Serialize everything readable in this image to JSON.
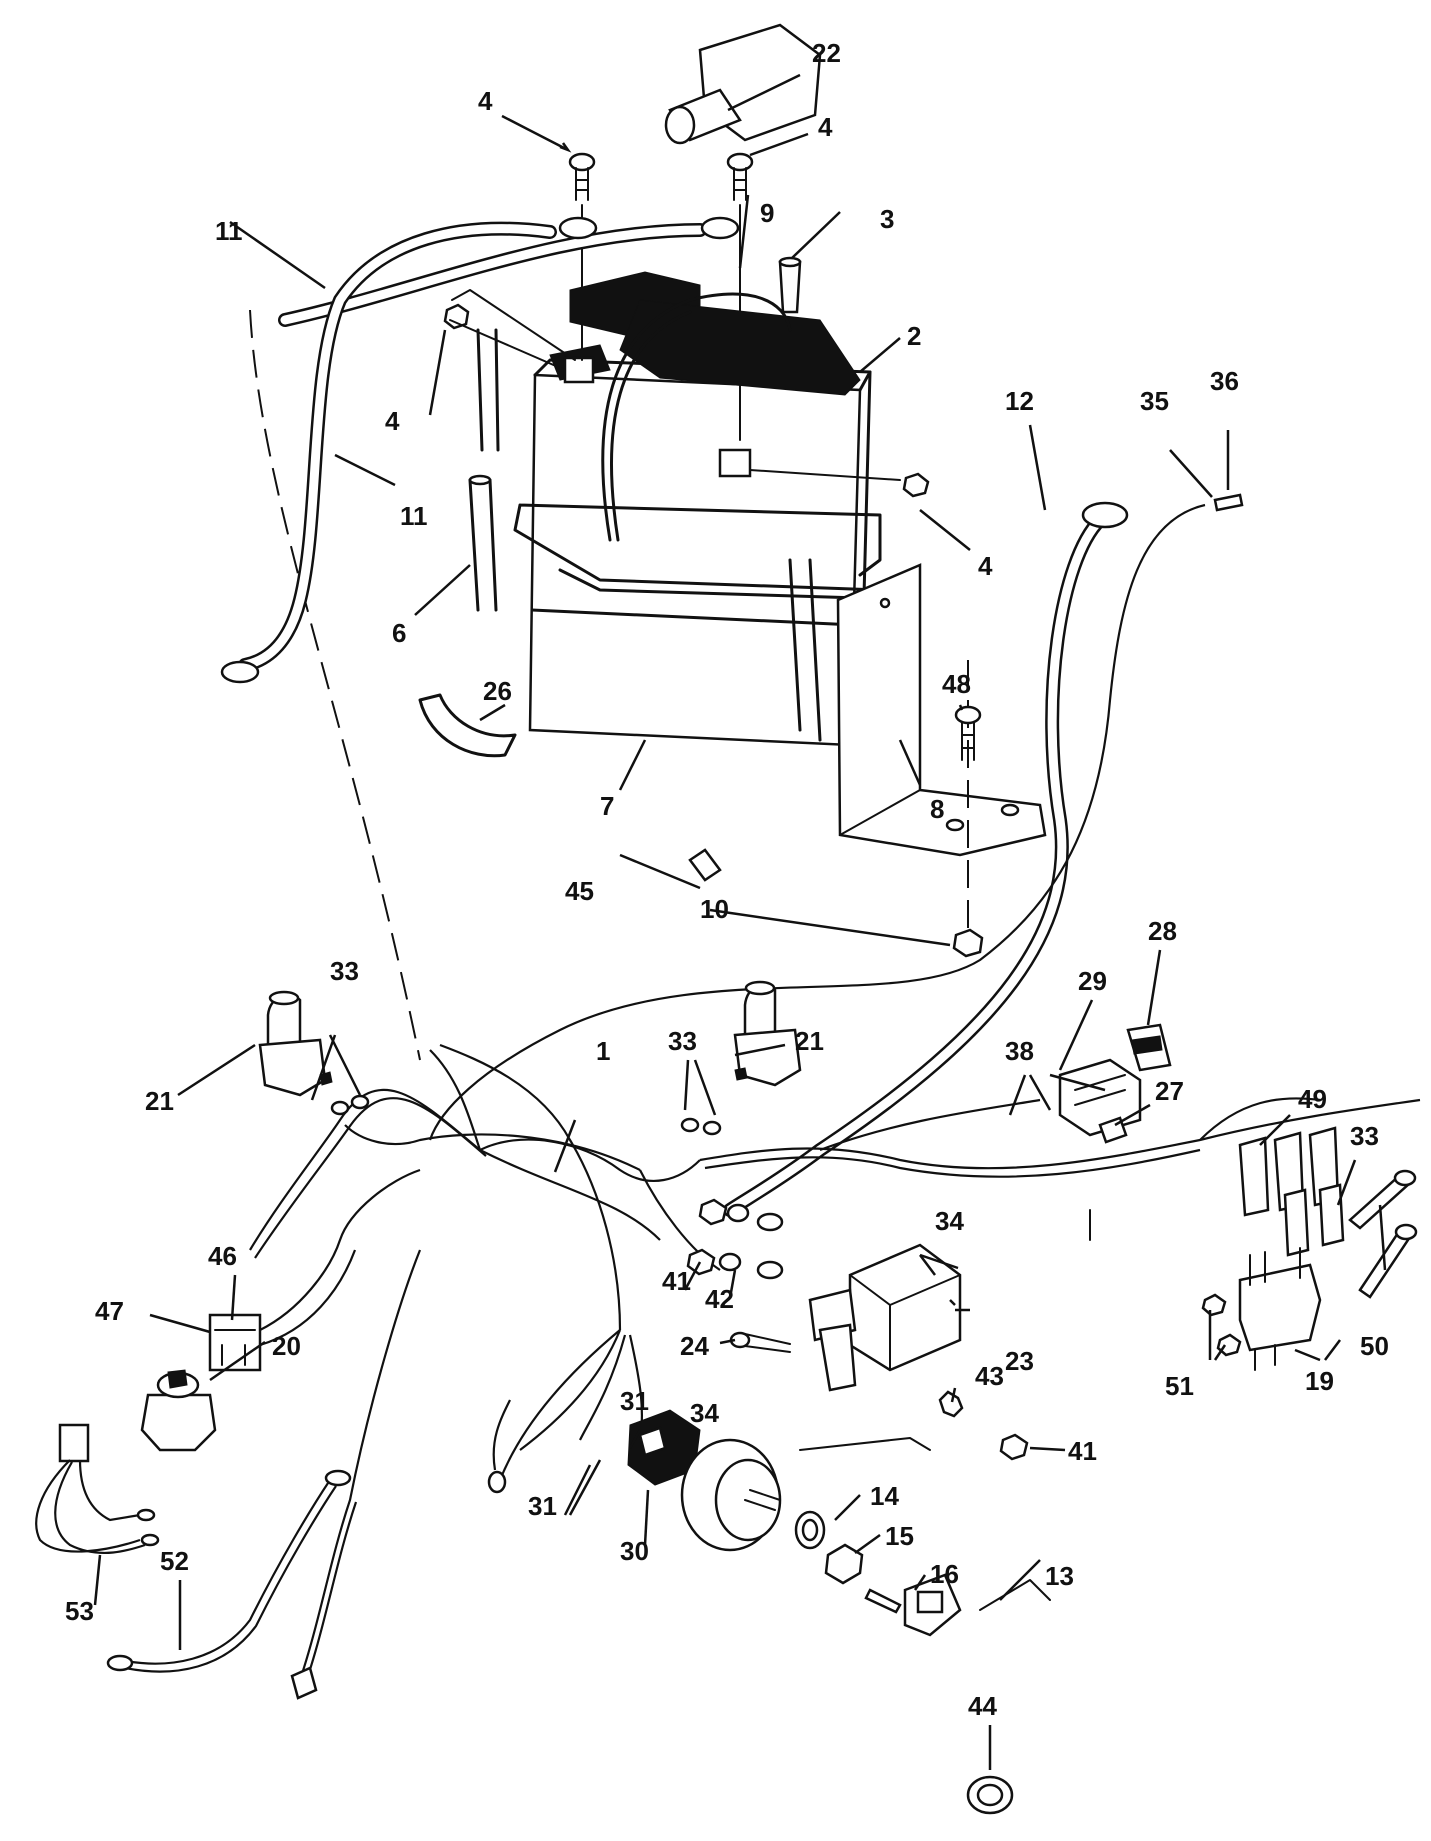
{
  "callouts": [
    {
      "id": "c1",
      "label": "1"
    },
    {
      "id": "c2",
      "label": "2"
    },
    {
      "id": "c3",
      "label": "3"
    },
    {
      "id": "c4a",
      "label": "4"
    },
    {
      "id": "c4b",
      "label": "4"
    },
    {
      "id": "c4c",
      "label": "4"
    },
    {
      "id": "c4d",
      "label": "4"
    },
    {
      "id": "c6",
      "label": "6"
    },
    {
      "id": "c7",
      "label": "7"
    },
    {
      "id": "c8",
      "label": "8"
    },
    {
      "id": "c9",
      "label": "9"
    },
    {
      "id": "c10",
      "label": "10"
    },
    {
      "id": "c11a",
      "label": "11"
    },
    {
      "id": "c11b",
      "label": "11"
    },
    {
      "id": "c12",
      "label": "12"
    },
    {
      "id": "c13",
      "label": "13"
    },
    {
      "id": "c14",
      "label": "14"
    },
    {
      "id": "c15",
      "label": "15"
    },
    {
      "id": "c16",
      "label": "16"
    },
    {
      "id": "c19",
      "label": "19"
    },
    {
      "id": "c20",
      "label": "20"
    },
    {
      "id": "c21a",
      "label": "21"
    },
    {
      "id": "c21b",
      "label": "21"
    },
    {
      "id": "c22",
      "label": "22"
    },
    {
      "id": "c23",
      "label": "23"
    },
    {
      "id": "c24",
      "label": "24"
    },
    {
      "id": "c26",
      "label": "26"
    },
    {
      "id": "c27",
      "label": "27"
    },
    {
      "id": "c28",
      "label": "28"
    },
    {
      "id": "c29",
      "label": "29"
    },
    {
      "id": "c30",
      "label": "30"
    },
    {
      "id": "c31a",
      "label": "31"
    },
    {
      "id": "c31b",
      "label": "31"
    },
    {
      "id": "c33a",
      "label": "33"
    },
    {
      "id": "c33b",
      "label": "33"
    },
    {
      "id": "c33c",
      "label": "33"
    },
    {
      "id": "c34a",
      "label": "34"
    },
    {
      "id": "c34b",
      "label": "34"
    },
    {
      "id": "c35",
      "label": "35"
    },
    {
      "id": "c36",
      "label": "36"
    },
    {
      "id": "c38",
      "label": "38"
    },
    {
      "id": "c41a",
      "label": "41"
    },
    {
      "id": "c41b",
      "label": "41"
    },
    {
      "id": "c42",
      "label": "42"
    },
    {
      "id": "c43",
      "label": "43"
    },
    {
      "id": "c44",
      "label": "44"
    },
    {
      "id": "c45",
      "label": "45"
    },
    {
      "id": "c46",
      "label": "46"
    },
    {
      "id": "c47",
      "label": "47"
    },
    {
      "id": "c48",
      "label": "48"
    },
    {
      "id": "c49",
      "label": "49"
    },
    {
      "id": "c50",
      "label": "50"
    },
    {
      "id": "c51",
      "label": "51"
    },
    {
      "id": "c52",
      "label": "52"
    },
    {
      "id": "c53",
      "label": "53"
    }
  ]
}
